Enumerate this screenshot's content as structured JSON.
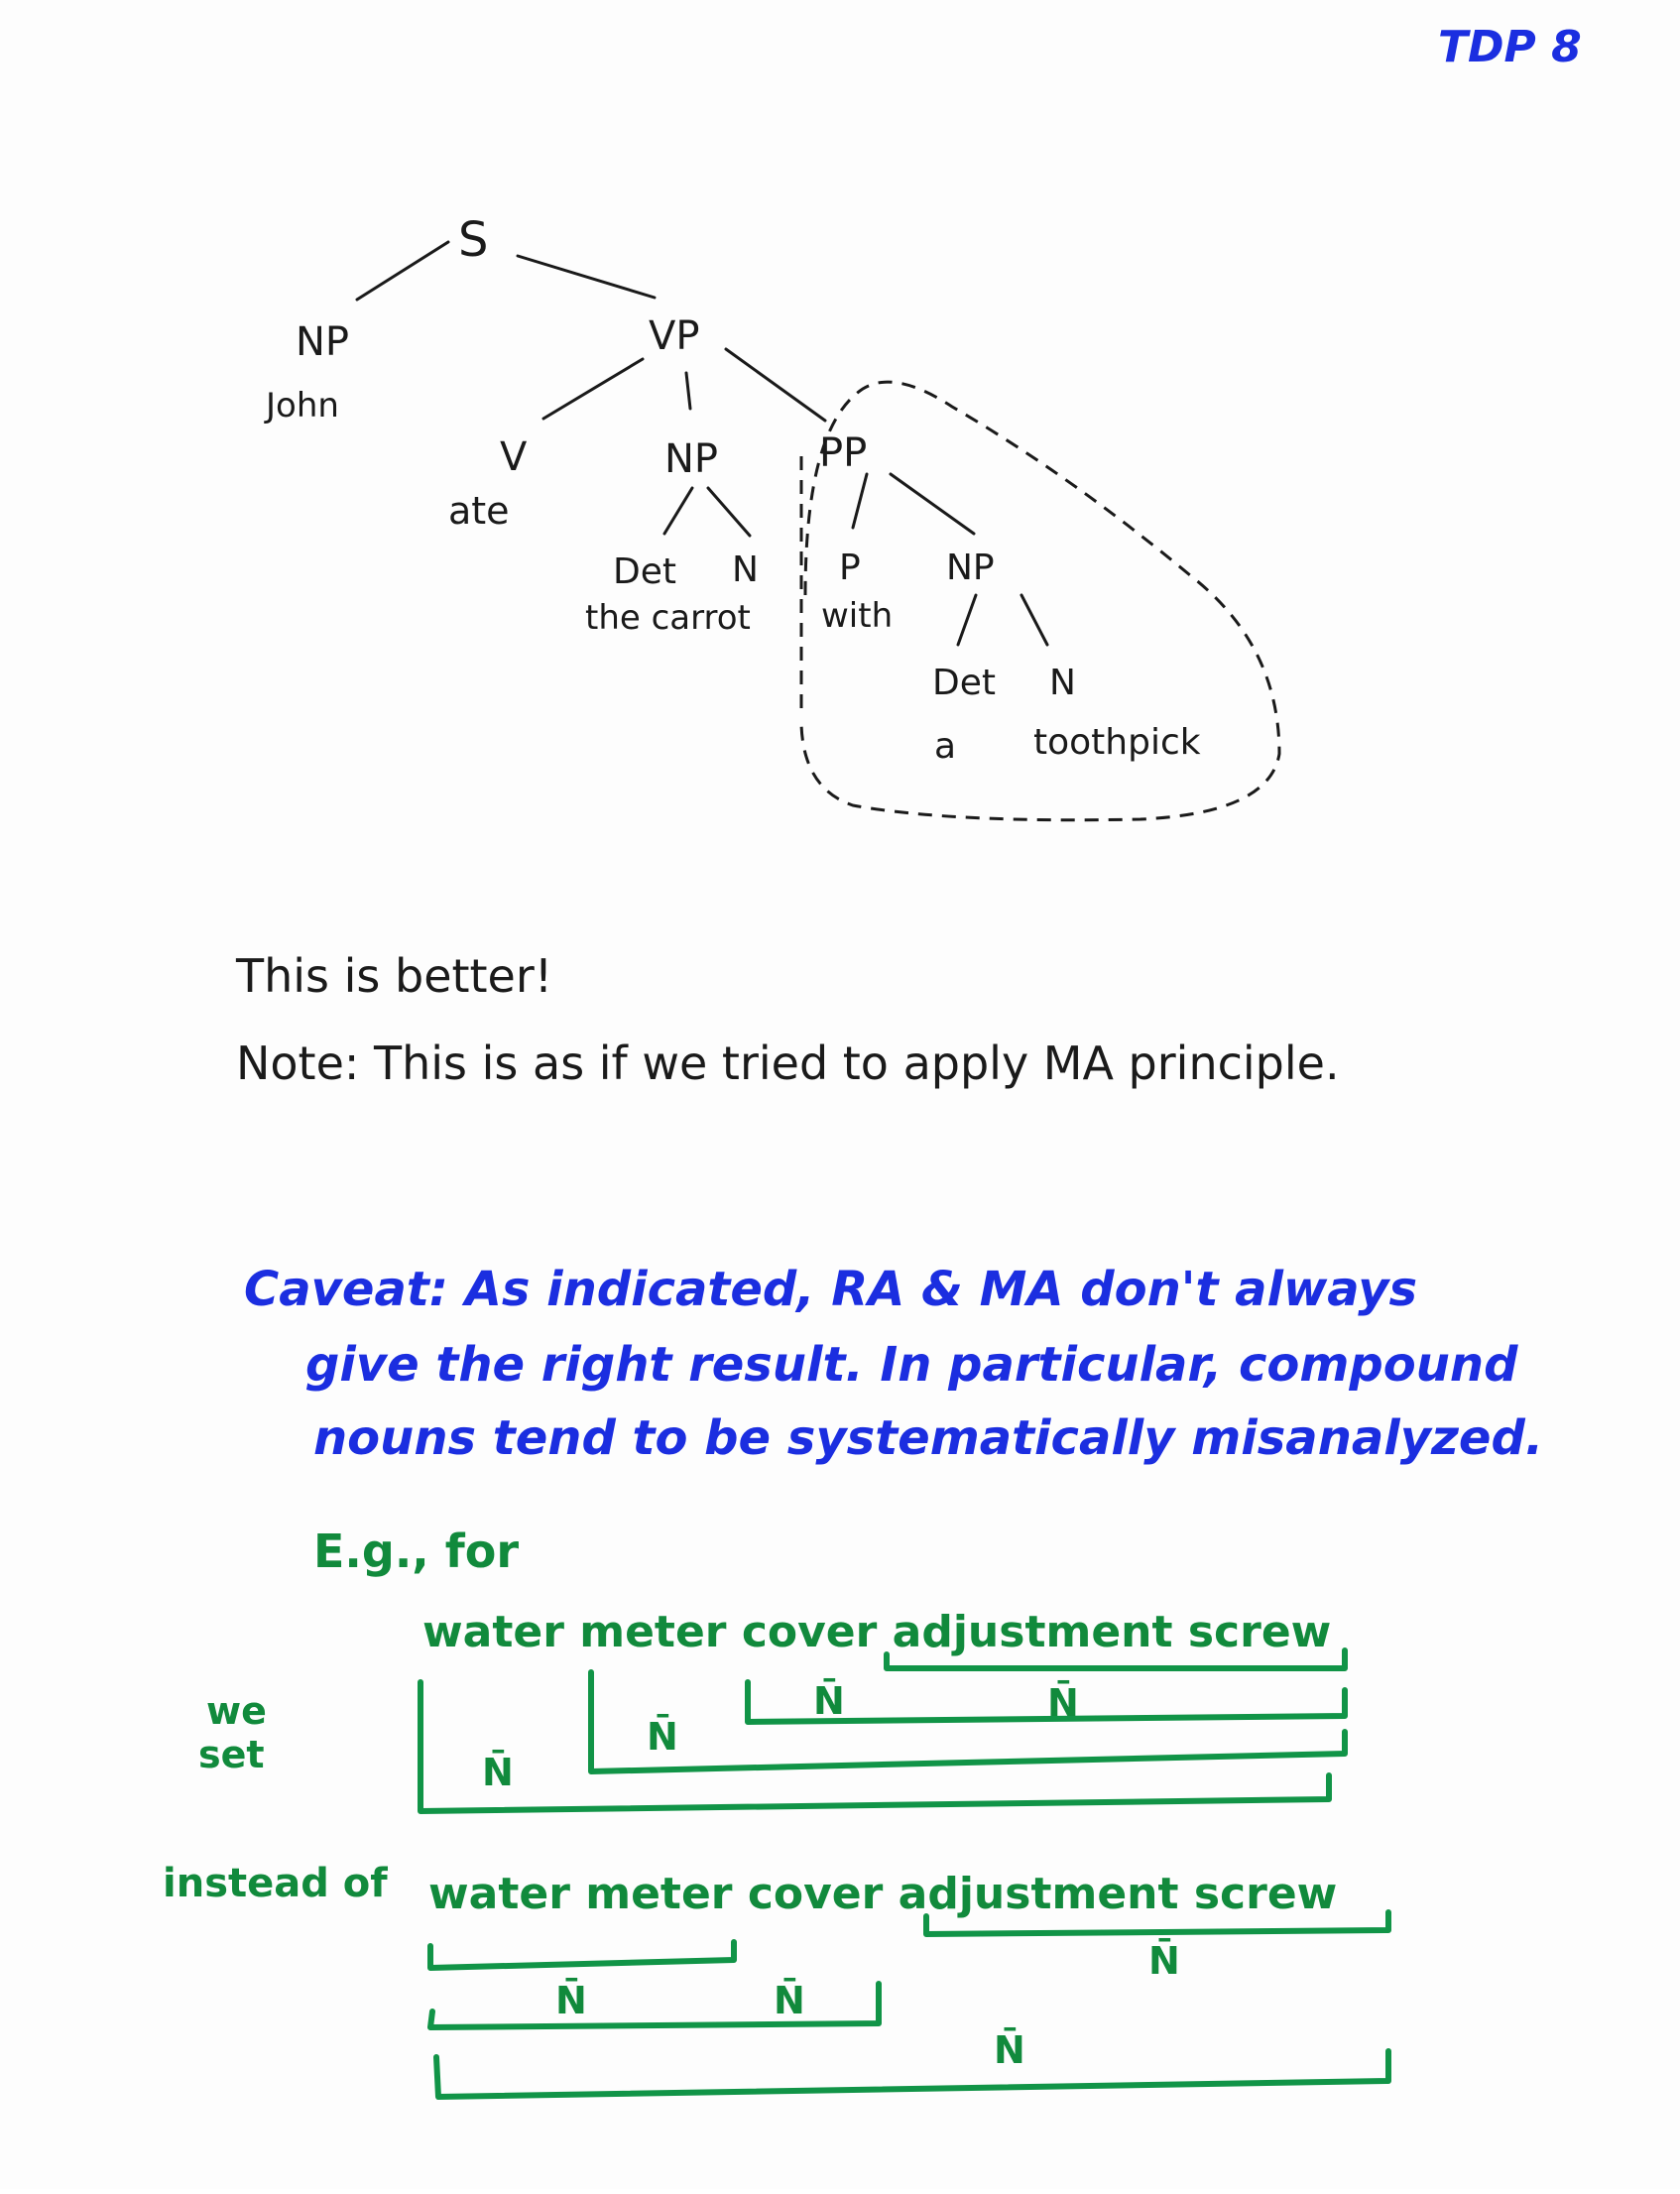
{
  "header": {
    "page_id": "TDP 8"
  },
  "tree": {
    "s": "S",
    "np_subject": "NP",
    "john": "John",
    "vp": "VP",
    "v": "V",
    "ate": "ate",
    "np_object": "NP",
    "det1": "Det",
    "n1": "N",
    "the_carrot": "the carrot",
    "pp": "PP",
    "p": "P",
    "with": "with",
    "np_pp": "NP",
    "det2": "Det",
    "n2": "N",
    "a": "a",
    "toothpick": "toothpick"
  },
  "notes": {
    "better": "This is better!",
    "note": "Note: This is as if we tried to apply MA principle."
  },
  "caveat": {
    "line1": "Caveat: As indicated, RA & MA don't always",
    "line2": "give the right result. In particular, compound",
    "line3": "nouns tend to be systematically misanalyzed."
  },
  "example": {
    "eg": "E.g., for",
    "phrase1": "water meter cover adjustment screw",
    "we_set_1": "we",
    "we_set_2": "set",
    "nbar": "N̄",
    "instead": "instead of",
    "phrase2": "water meter cover adjustment screw"
  }
}
